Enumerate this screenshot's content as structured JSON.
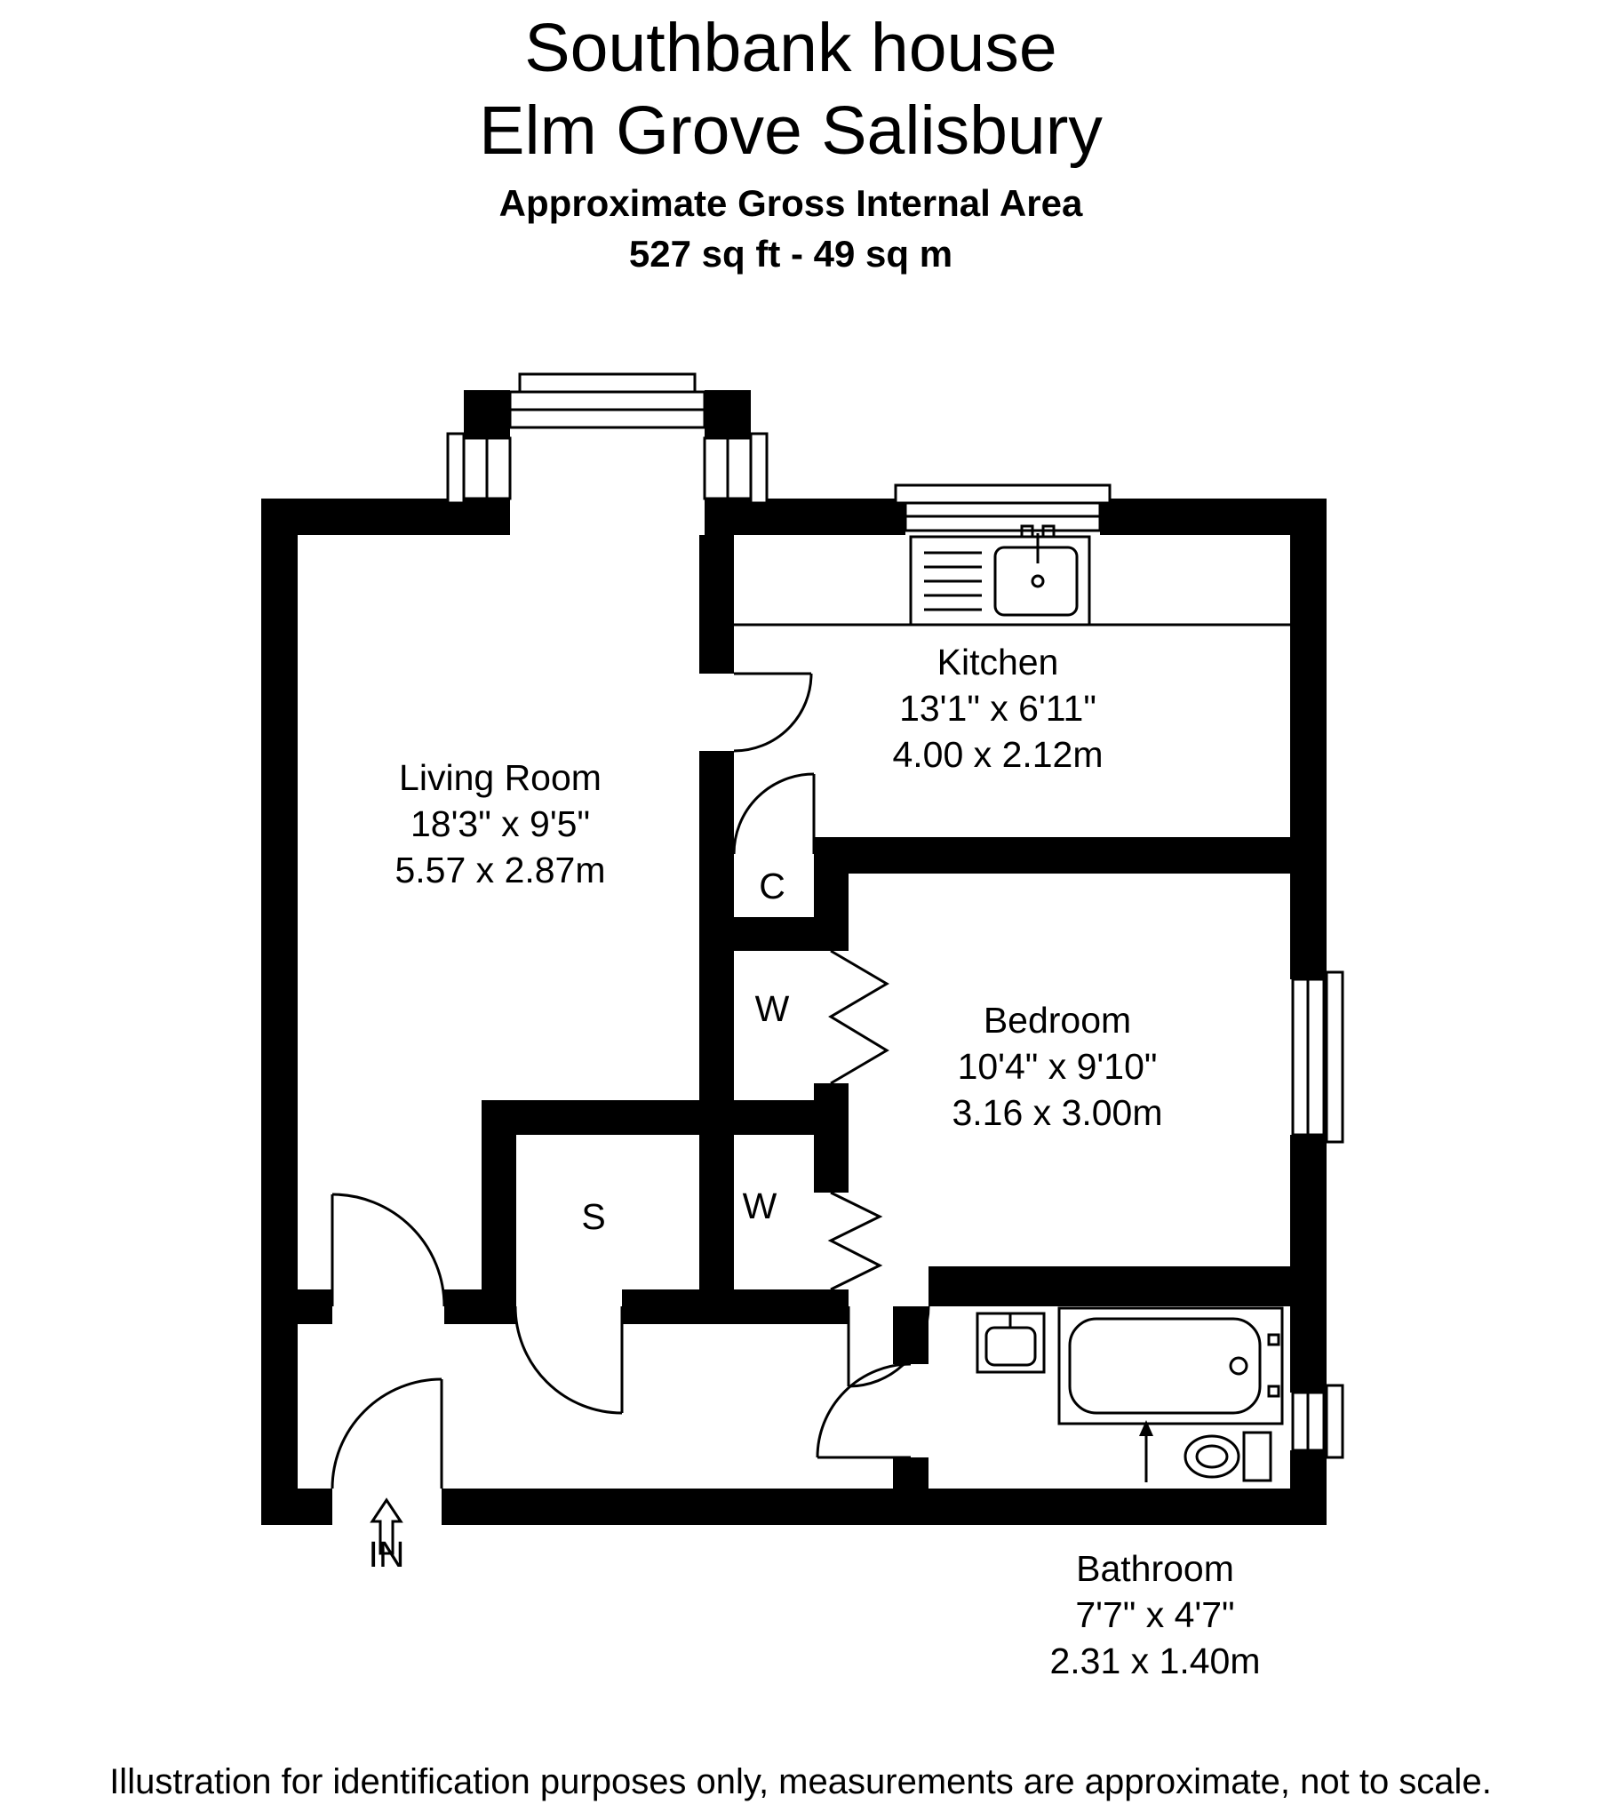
{
  "header": {
    "title_line1": "Southbank house",
    "title_line2": "Elm Grove Salisbury",
    "subtitle": "Approximate Gross Internal Area",
    "area": "527 sq ft - 49 sq m"
  },
  "rooms": {
    "living": {
      "name": "Living Room",
      "imperial": "18'3\" x 9'5\"",
      "metric": "5.57 x 2.87m"
    },
    "kitchen": {
      "name": "Kitchen",
      "imperial": "13'1\" x 6'11\"",
      "metric": "4.00 x 2.12m"
    },
    "bedroom": {
      "name": "Bedroom",
      "imperial": "10'4\" x 9'10\"",
      "metric": "3.16 x 3.00m"
    },
    "bathroom": {
      "name": "Bathroom",
      "imperial": "7'7\" x 4'7\"",
      "metric": "2.31 x 1.40m"
    },
    "cupboard": {
      "label": "C"
    },
    "wardrobe_upper": {
      "label": "W"
    },
    "wardrobe_lower": {
      "label": "W"
    },
    "store": {
      "label": "S"
    }
  },
  "entrance": {
    "label": "IN"
  },
  "footer": {
    "disclaimer": "Illustration for identification purposes only, measurements are approximate, not to scale."
  },
  "colors": {
    "wall": "#000000",
    "line": "#000000",
    "background": "#ffffff"
  }
}
